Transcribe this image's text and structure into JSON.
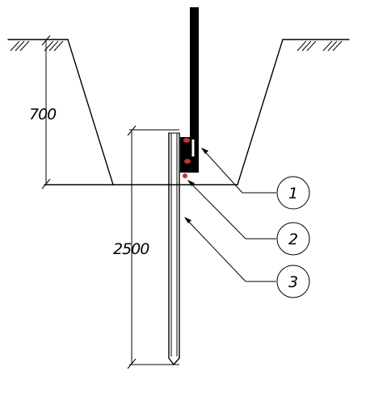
{
  "dimensions": {
    "depth_label": "700",
    "rod_length_label": "2500"
  },
  "callouts": [
    {
      "number": "1"
    },
    {
      "number": "2"
    },
    {
      "number": "3"
    }
  ],
  "colors": {
    "line": "#000000",
    "weld": "#c0392b",
    "background": "#ffffff"
  }
}
